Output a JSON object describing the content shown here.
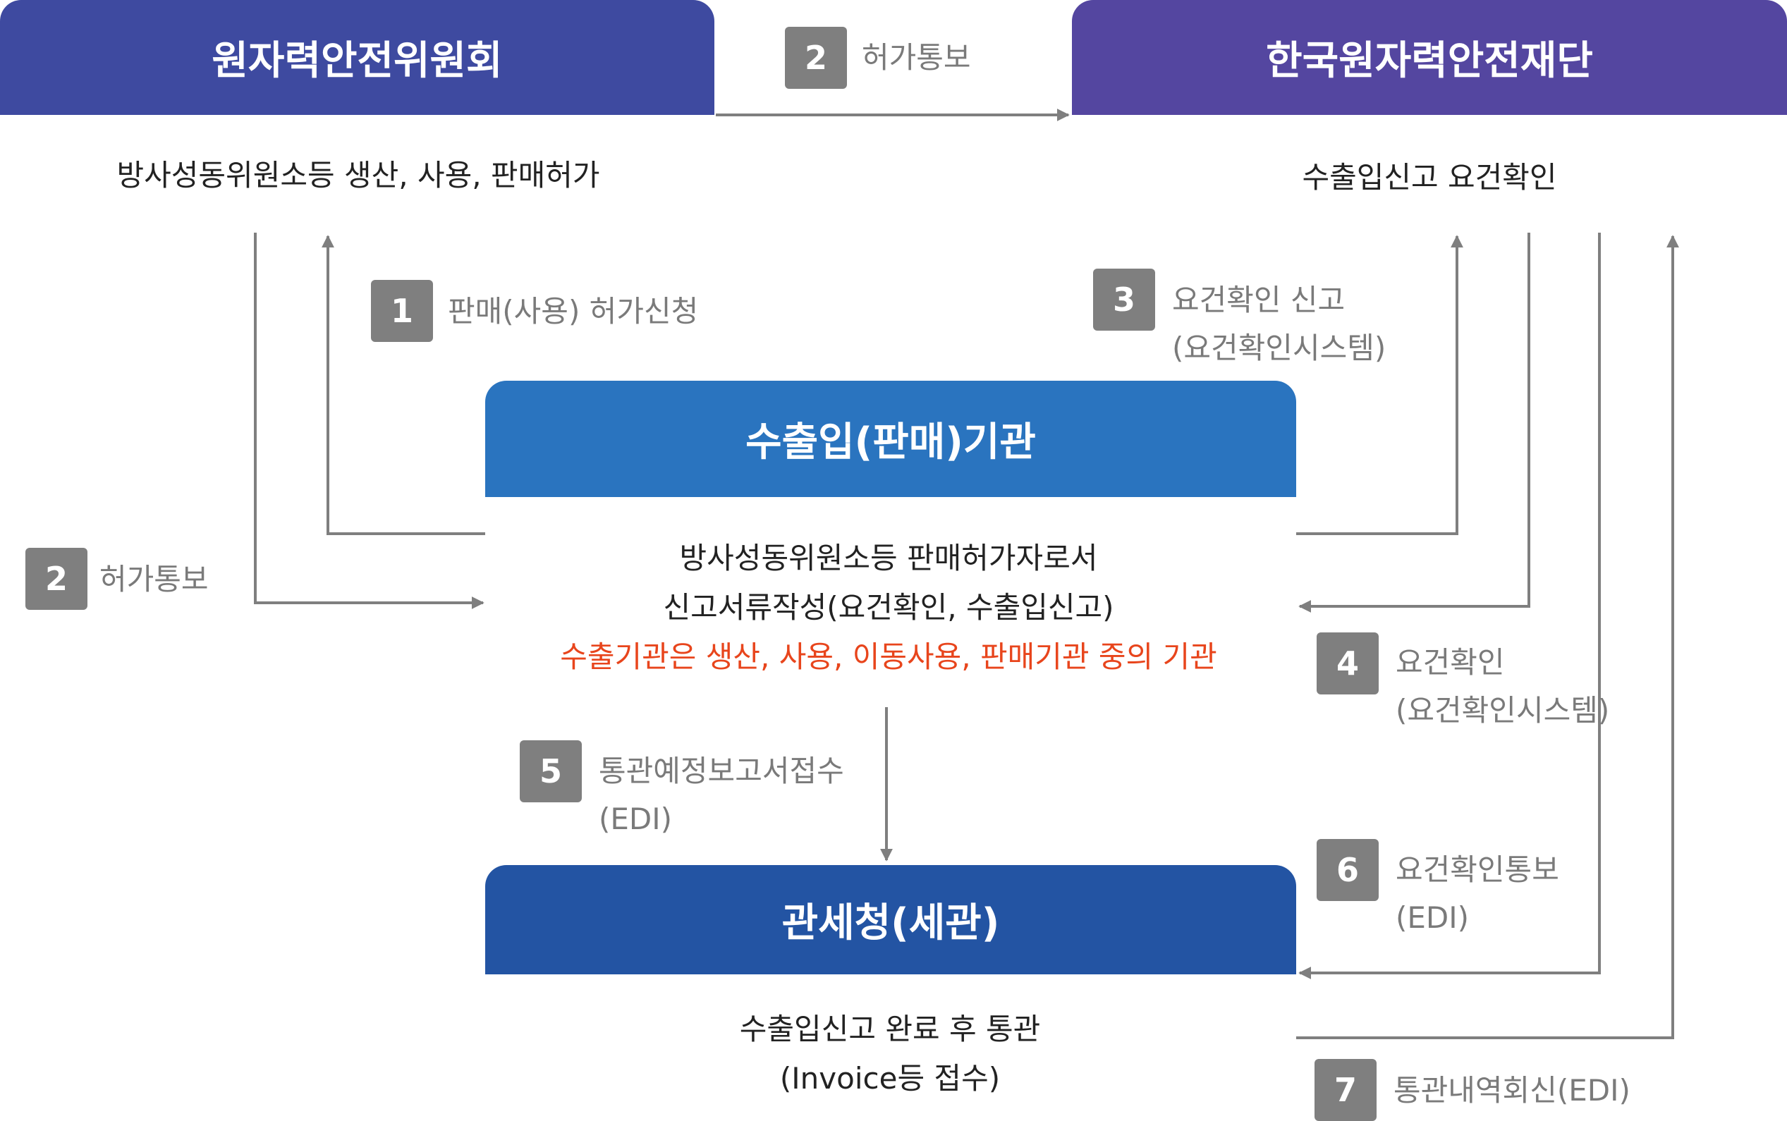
{
  "nodes": {
    "nssc": {
      "title": "원자력안전위원회",
      "desc": "방사성동위원소등 생산, 사용, 판매허가"
    },
    "kofons": {
      "title": "한국원자력안전재단",
      "desc": "수출입신고 요건확인"
    },
    "importer": {
      "title": "수출입(판매)기관",
      "line1": "방사성동위원소등 판매허가자로서",
      "line2": "신고서류작성(요건확인, 수출입신고)",
      "note": "수출기관은 생산, 사용, 이동사용, 판매기관 중의 기관"
    },
    "customs": {
      "title": "관세청(세관)",
      "line1": "수출입신고 완료 후 통관",
      "line2": "(Invoice등 접수)"
    }
  },
  "steps": [
    {
      "id": "step-2-top",
      "num": "2",
      "label": "허가통보"
    },
    {
      "id": "step-1",
      "num": "1",
      "label": "판매(사용) 허가신청"
    },
    {
      "id": "step-2-left",
      "num": "2",
      "label": "허가통보"
    },
    {
      "id": "step-3",
      "num": "3",
      "label": "요건확인 신고",
      "sub": "(요건확인시스템)"
    },
    {
      "id": "step-4",
      "num": "4",
      "label": "요건확인",
      "sub": "(요건확인시스템)"
    },
    {
      "id": "step-5",
      "num": "5",
      "label": "통관예정보고서접수",
      "sub": "(EDI)"
    },
    {
      "id": "step-6",
      "num": "6",
      "label": "요건확인통보",
      "sub": "(EDI)"
    },
    {
      "id": "step-7",
      "num": "7",
      "label": "통관내역회신(EDI)"
    }
  ],
  "colors": {
    "nssc_header": "#3e4aa0",
    "kofons_header": "#5446a0",
    "importer_header": "#2a74bf",
    "customs_header": "#2354a3",
    "badge": "#7f7f7f",
    "connector": "#7f7f7f",
    "note": "#e8451c"
  }
}
